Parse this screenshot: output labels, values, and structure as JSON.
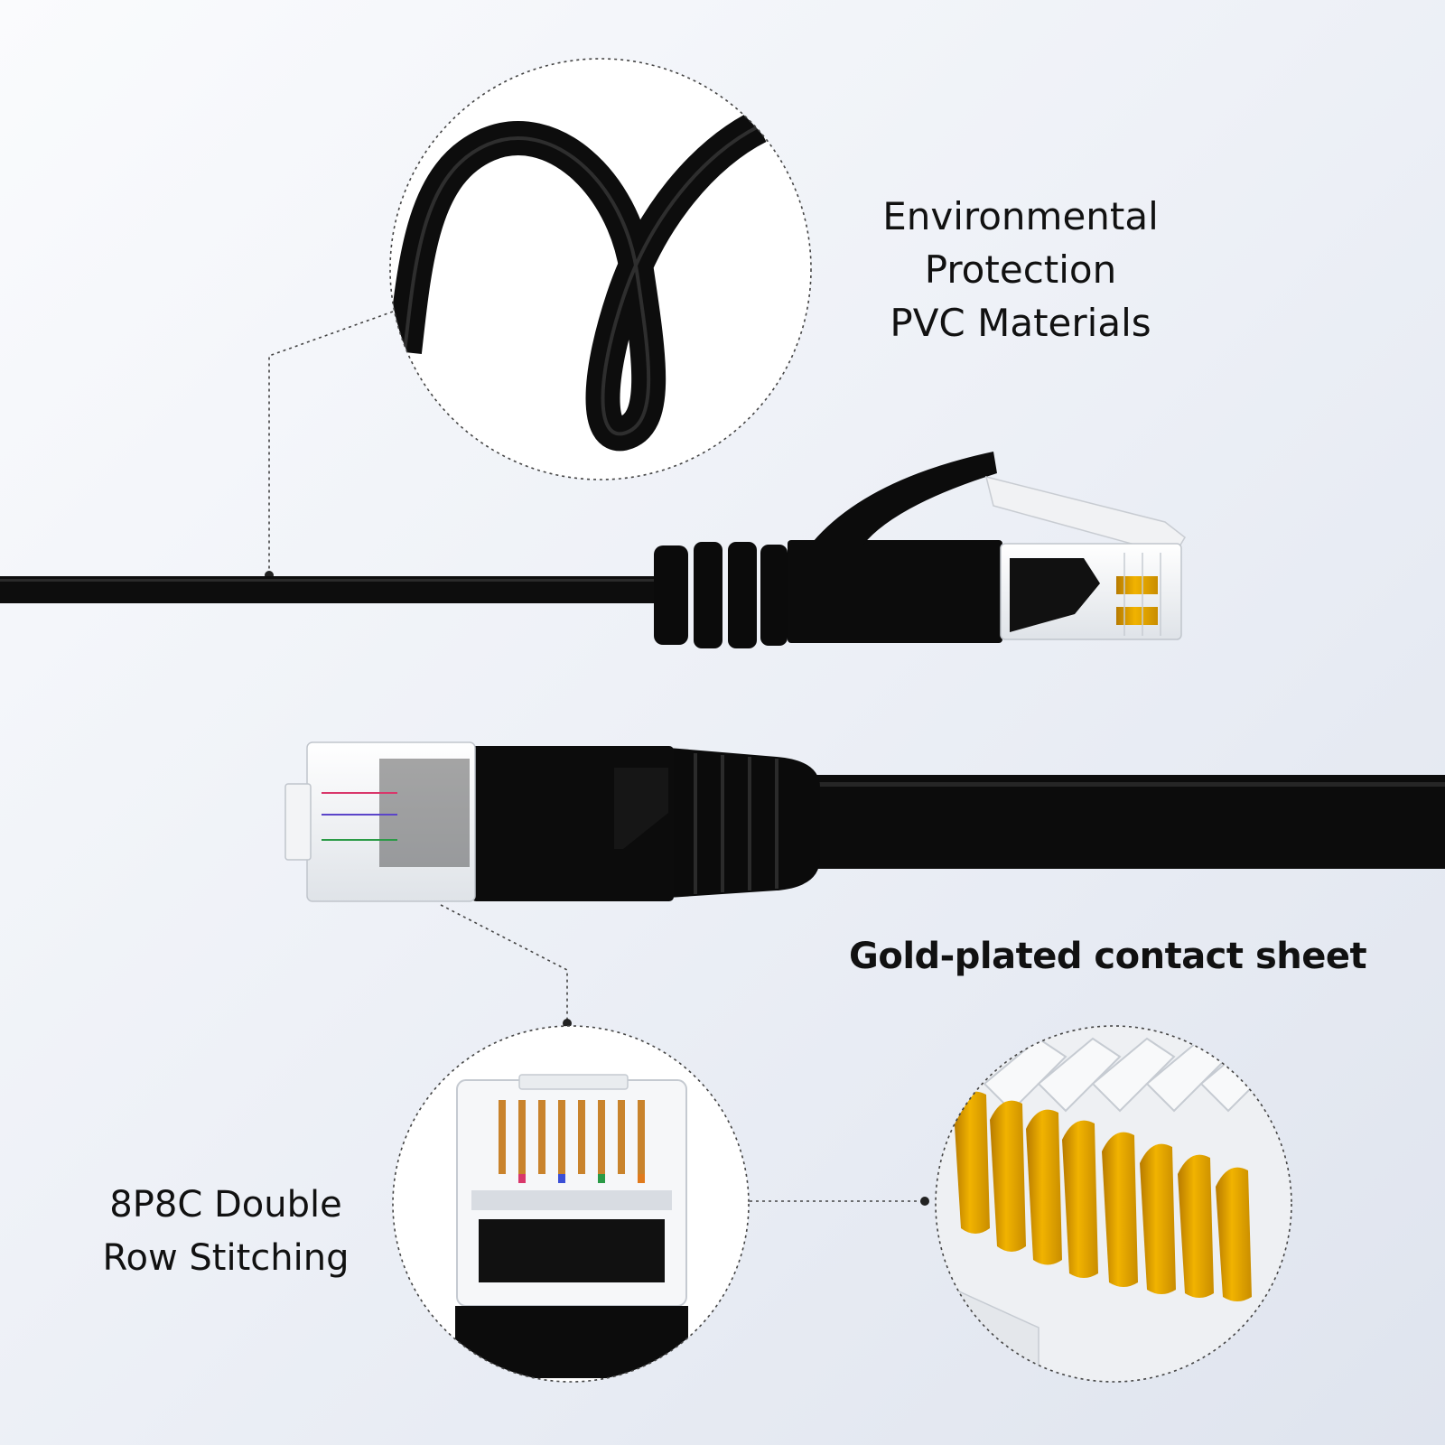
{
  "features": {
    "pvc": {
      "lines": [
        "Environmental",
        "Protection",
        "PVC Materials"
      ]
    },
    "gold_contact": {
      "text": "Gold-plated contact sheet"
    },
    "stitching": {
      "lines": [
        "8P8C Double",
        "Row Stitching"
      ]
    }
  },
  "colors": {
    "cable": "#0b0b0b",
    "connector_clear": "#f2f4f6",
    "gold": "#e5a400",
    "callout_line": "#333333"
  }
}
